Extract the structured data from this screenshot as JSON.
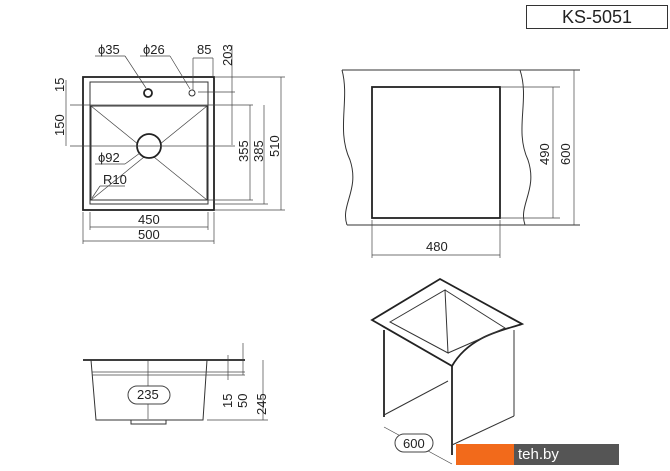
{
  "model": "KS-5051",
  "plan": {
    "hole1": "ϕ35",
    "hole2": "ϕ26",
    "offset": "85",
    "d203": "203",
    "d15": "15",
    "d150": "150",
    "drain": "ϕ92",
    "radius": "R10",
    "d355": "355",
    "d385": "385",
    "d510": "510",
    "d450": "450",
    "d500": "500"
  },
  "cabinet": {
    "d490": "490",
    "d600": "600",
    "d480": "480"
  },
  "section": {
    "depth": "235",
    "d15": "15",
    "d50": "50",
    "d245": "245"
  },
  "iso": {
    "d600": "600"
  },
  "watermark": "teh.by"
}
